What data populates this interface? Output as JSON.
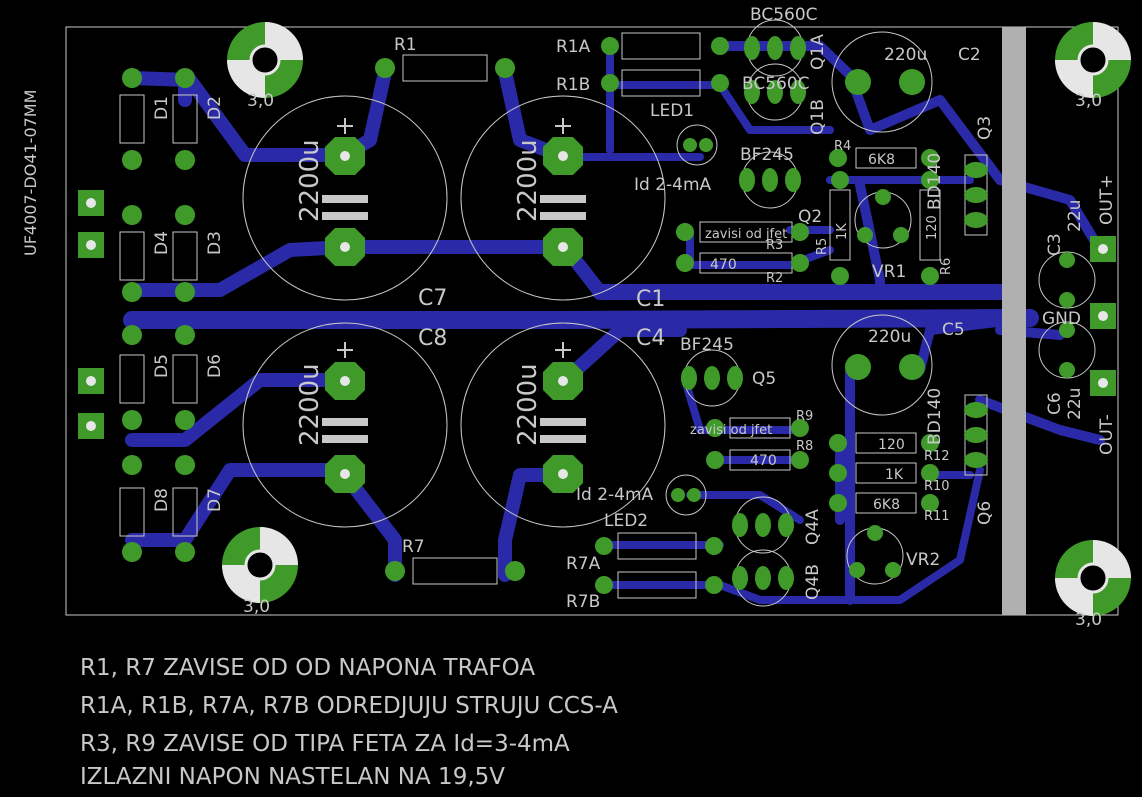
{
  "board": {
    "side_label": "UF4007-DO41-07MM",
    "mount_label": "3,0",
    "transistor_top": "BC560C",
    "transistor_top2": "BC560C",
    "jfet": "BF245",
    "cap_big": "2200u",
    "cap_small": "220u",
    "cap_out": "22u",
    "led_current": "Id 2-4mA",
    "jfet_note": "zavisi od jfet",
    "r_470": "470",
    "r_6k8": "6K8",
    "r_1k": "1K",
    "r_120": "120",
    "bd140": "BD140",
    "out_plus": "OUT+",
    "out_minus": "OUT-",
    "gnd": "GND",
    "labels": {
      "R1": "R1",
      "R1A": "R1A",
      "R1B": "R1B",
      "R7": "R7",
      "R7A": "R7A",
      "R7B": "R7B",
      "C1": "C1",
      "C2": "C2",
      "C3": "C3",
      "C4": "C4",
      "C5": "C5",
      "C6": "C6",
      "C7": "C7",
      "C8": "C8",
      "D1": "D1",
      "D2": "D2",
      "D3": "D3",
      "D4": "D4",
      "D5": "D5",
      "D6": "D6",
      "D7": "D7",
      "D8": "D8",
      "LED1": "LED1",
      "LED2": "LED2",
      "Q1A": "Q1A",
      "Q1B": "Q1B",
      "Q2": "Q2",
      "Q3": "Q3",
      "Q4A": "Q4A",
      "Q4B": "Q4B",
      "Q5": "Q5",
      "Q6": "Q6",
      "R2": "R2",
      "R3": "R3",
      "R4": "R4",
      "R5": "R5",
      "R6": "R6",
      "R8": "R8",
      "R9": "R9",
      "R10": "R10",
      "R11": "R11",
      "R12": "R12",
      "VR1": "VR1",
      "VR2": "VR2"
    }
  },
  "notes": [
    "R1, R7 ZAVISE OD OD NAPONA TRAFOA",
    "R1A, R1B, R7A, R7B ODREDJUJU STRUJU CCS-A",
    "R3, R9 ZAVISE OD TIPA FETA ZA Id=3-4mA",
    "IZLAZNI NAPON NASTELAN NA 19,5V"
  ],
  "colors": {
    "trace": "#2a2aa8",
    "pad": "#3f9a2a",
    "silk": "#c8c8c8",
    "heatsink": "#b0b0b0"
  }
}
